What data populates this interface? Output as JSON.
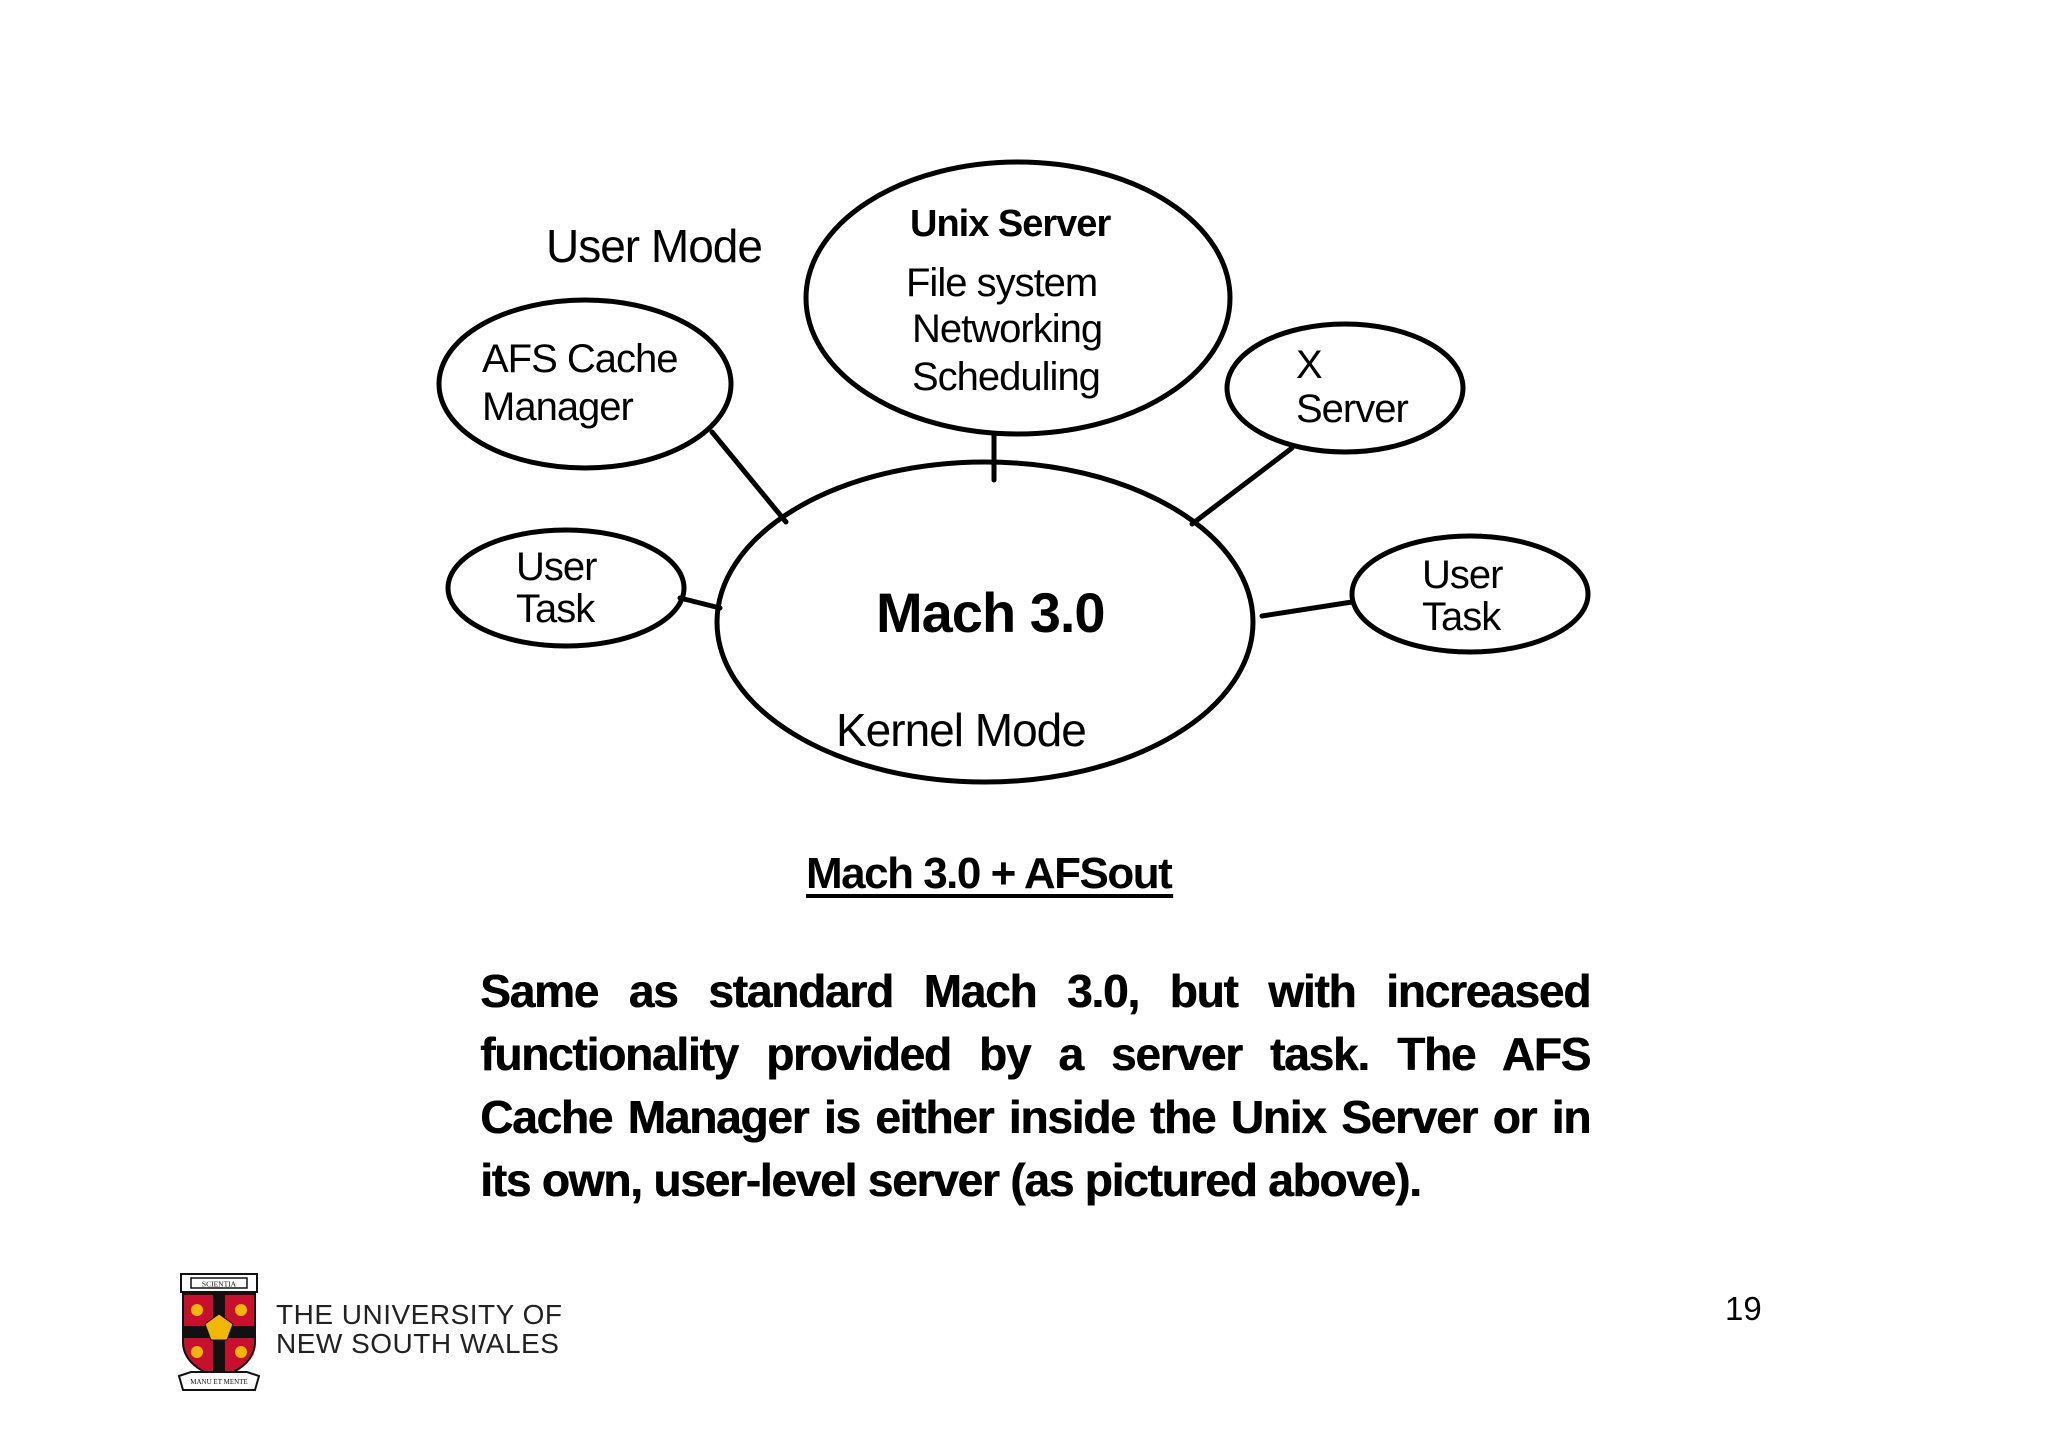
{
  "diagram": {
    "user_mode_label": "User Mode",
    "kernel_mode_label": "Kernel Mode",
    "kernel": {
      "title": "Mach 3.0"
    },
    "unix_server": {
      "title": "Unix Server",
      "lines": [
        "File system",
        "Networking",
        "Scheduling"
      ]
    },
    "afs_cache_manager": {
      "lines": [
        "AFS Cache",
        "Manager"
      ]
    },
    "x_server": {
      "lines": [
        "X",
        "Server"
      ]
    },
    "user_task_left": {
      "lines": [
        "User",
        "Task"
      ]
    },
    "user_task_right": {
      "lines": [
        "User",
        "Task"
      ]
    },
    "caption": "Mach 3.0 + AFSout"
  },
  "description": "Same as standard Mach 3.0, but with increased functionality provided by a server task. The AFS Cache Manager is either inside the Unix Server or in its own, user-level server (as pictured above).",
  "footer": {
    "university_line1": "THE UNIVERSITY OF",
    "university_line2": "NEW SOUTH WALES",
    "crest_motto": "SCIENTIA",
    "crest_banner": "MANU ET MENTE",
    "page_number": "19"
  },
  "colors": {
    "crest_red": "#c8102e",
    "crest_gold": "#f2b705",
    "crest_black": "#111111"
  }
}
